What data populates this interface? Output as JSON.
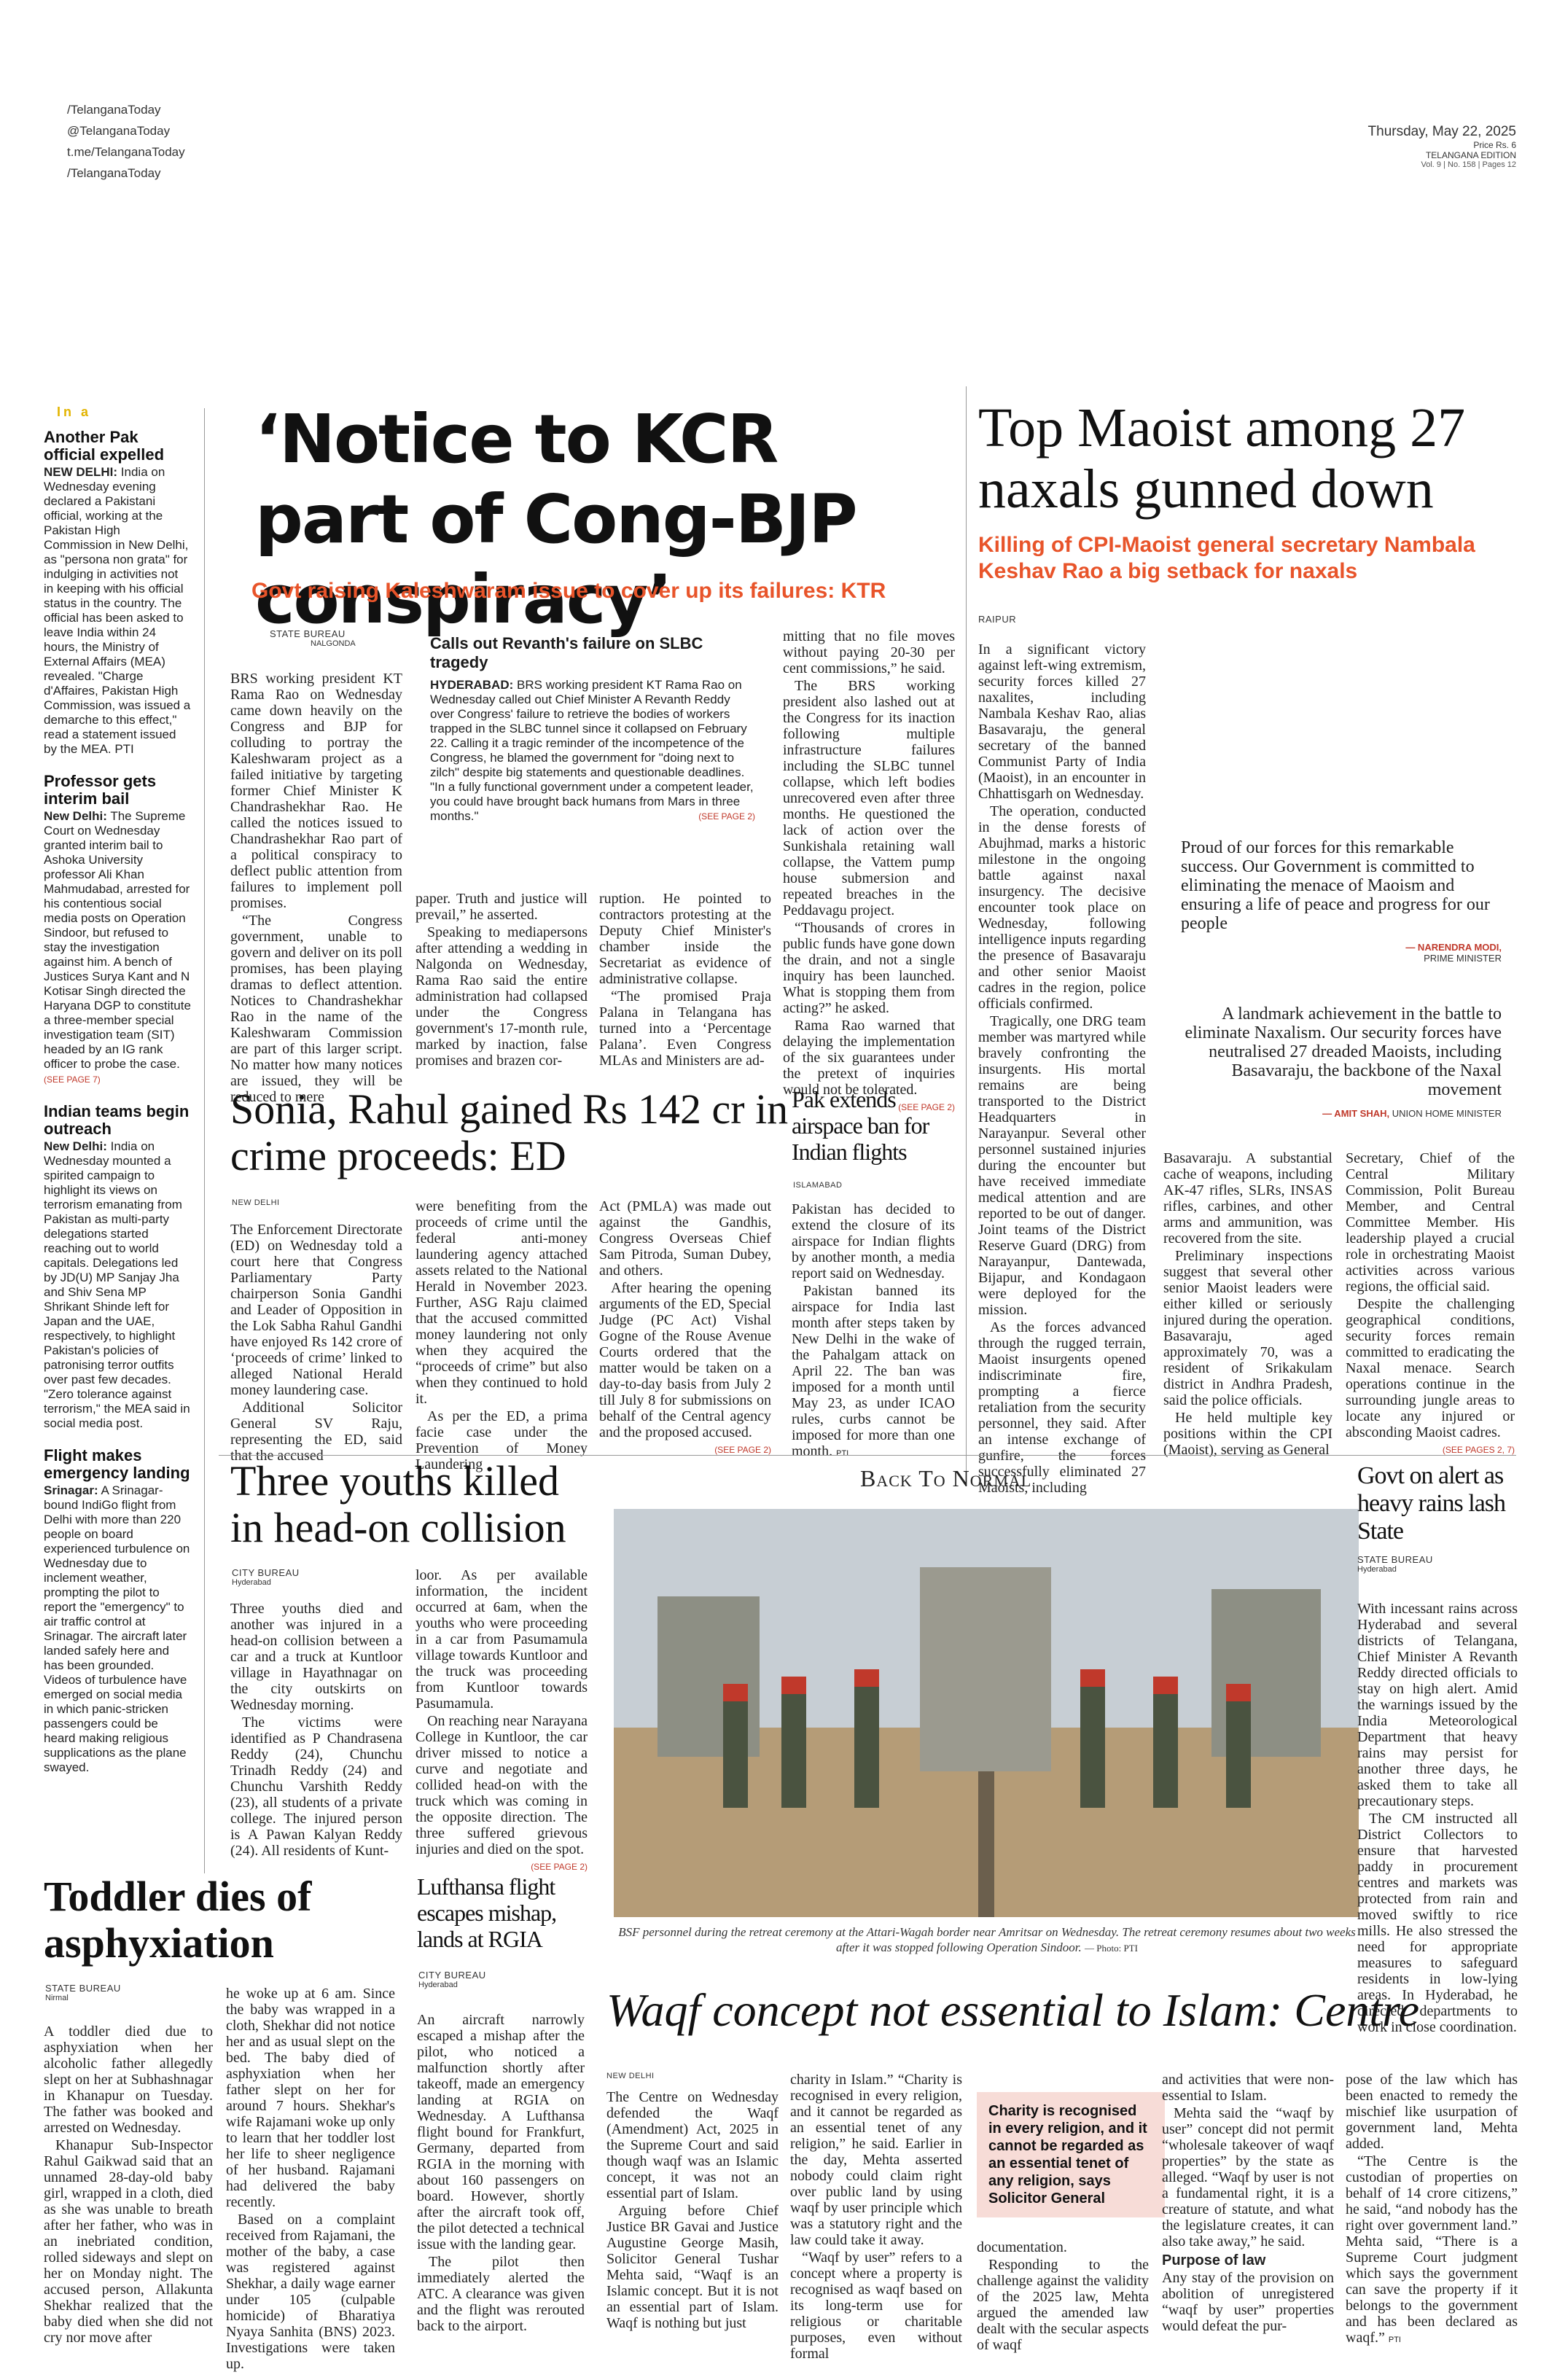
{
  "masthead": {
    "social": [
      "/TelanganaToday",
      "@TelanganaToday",
      "t.me/TelanganaToday",
      "/TelanganaToday"
    ],
    "date": "Thursday, May 22, 2025",
    "price": "Price Rs. 6",
    "edition": "TELANGANA EDITION",
    "volume": "Vol. 9 | No. 158 | Pages 12"
  },
  "sidebar": {
    "label": "In a",
    "items": [
      {
        "head": "Another Pak official expelled",
        "lead": "NEW DELHI:",
        "text": "India on Wednesday evening declared a Pakistani official, working at the Pakistan High Commission in New Delhi, as \"persona non grata\" for indulging in activities not in keeping with his official status in the country. The official has been asked to leave India within 24 hours, the Ministry of External Affairs (MEA) revealed. \"Charge d'Affaires, Pakistan High Commission, was issued a demarche to this effect,\" read a statement issued by the MEA. PTI"
      },
      {
        "head": "Professor gets interim bail",
        "lead": "New Delhi:",
        "text": "The Supreme Court on Wednesday granted interim bail to Ashoka University professor Ali Khan Mahmudabad, arrested for his contentious social media posts on Operation Sindoor, but refused to stay the investigation against him. A bench of Justices Surya Kant and N Kotisar Singh directed the Haryana DGP to constitute a three-member special investigation team (SIT) headed by an IG rank officer to probe the case.",
        "see": "(SEE PAGE 7)"
      },
      {
        "head": "Indian teams begin outreach",
        "lead": "New Delhi:",
        "text": "India on Wednesday mounted a spirited campaign to highlight its views on terrorism emanating from Pakistan as multi-party delegations started reaching out to world capitals. Delegations led by JD(U) MP Sanjay Jha and Shiv Sena MP Shrikant Shinde left for Japan and the UAE, respectively, to highlight Pakistan's policies of patronising terror outfits over past few decades. \"Zero tolerance against terrorism,\" the MEA said in social media post."
      },
      {
        "head": "Flight makes emergency landing",
        "lead": "Srinagar:",
        "text": "A Srinagar-bound IndiGo flight from Delhi with more than 220 people on board experienced turbulence on Wednesday due to inclement weather, prompting the pilot to report the \"emergency\" to air traffic control at Srinagar. The aircraft later landed safely here and has been grounded. Videos of turbulence have emerged on social media in which panic-stricken passengers could be heard making religious supplications as the plane swayed."
      }
    ]
  },
  "kcr": {
    "headline": "‘Notice to KCR part of Cong-BJP conspiracy’",
    "subhead": "Govt raising Kaleshwaram issue to cover up its failures: KTR",
    "bureau": "STATE BUREAU",
    "place": "NALGONDA",
    "col1": [
      "BRS working president KT Rama Rao on Wednesday came down heavily on the Congress and BJP for colluding to portray the Kaleshwaram project as a failed initiative by targeting former Chief Minister K Chandrashekhar Rao. He called the notices issued to Chandrashekhar Rao part of a political conspiracy to deflect public attention from failures to implement poll promises.",
      "“The Congress government, unable to govern and deliver on its poll promises, has been playing dramas to deflect attention. Notices to Chandrashekhar Rao in the name of the Kaleshwaram Commission are part of this larger script. No matter how many notices are issued, they will be reduced to mere"
    ],
    "box_title": "Calls out Revanth's failure on SLBC tragedy",
    "box_lead": "HYDERABAD:",
    "box_text": "BRS working president KT Rama Rao on Wednesday called out Chief Minister A Revanth Reddy over Congress' failure to retrieve the bodies of workers trapped in the SLBC tunnel since it collapsed on February 22. Calling it a tragic reminder of the incompetence of the Congress, he blamed the government for \"doing next to zilch\" despite big statements and questionable deadlines. \"In a fully functional government under a competent leader, you could have brought back humans from Mars in three months.\"",
    "box_see": "(SEE PAGE 2)",
    "col2": [
      "paper. Truth and justice will prevail,” he asserted.",
      "Speaking to mediapersons after attending a wedding in Nalgonda on Wednesday, Rama Rao said the entire administration had collapsed under the Congress government's 17-month rule, marked by inaction, false promises and brazen cor-"
    ],
    "col3": [
      "ruption. He pointed to contractors protesting at the Deputy Chief Minister's chamber inside the Secretariat as evidence of administrative collapse.",
      "“The promised Praja Palana in Telangana has turned into a ‘Percentage Palana’. Even Congress MLAs and Ministers are ad-"
    ],
    "col4": [
      "mitting that no file moves without paying 20-30 per cent commissions,” he said.",
      "The BRS working president also lashed out at the Congress for its inaction following multiple infrastructure failures including the SLBC tunnel collapse, which left bodies unrecovered even after three months. He questioned the lack of action over the Sunkishala retaining wall collapse, the Vattem pump house submersion and repeated breaches in the Peddavagu project.",
      "“Thousands of crores in public funds have gone down the drain, and not a single inquiry has been launched. What is stopping them from acting?” he asked.",
      "Rama Rao warned that delaying the implementation of the six guarantees under the pretext of inquiries would not be tolerated."
    ],
    "col4_see": "(SEE PAGE 2)"
  },
  "maoist": {
    "headline": "Top Maoist among 27 naxals gunned down",
    "subhead": "Killing of CPI-Maoist general secretary Nambala Keshav Rao a big setback for naxals",
    "place": "RAIPUR",
    "col1": [
      "In a significant victory against left-wing extremism, security forces killed 27 naxalites, including Nambala Keshav Rao, alias Basavaraju, the general secretary of the banned Communist Party of India (Maoist), in an encounter in Chhattisgarh on Wednesday.",
      "The operation, conducted in the dense forests of Abujhmad, marks a historic milestone in the ongoing battle against naxal insurgency. The decisive encounter took place on Wednesday, following intelligence inputs regarding the presence of Basavaraju and other senior Maoist cadres in the region, police officials confirmed.",
      "Tragically, one DRG team member was martyred while bravely confronting the insurgents. His mortal remains are being transported to the District Headquarters in Narayanpur. Several other personnel sustained injuries during the encounter but have received immediate medical attention and are reported to be out of danger. Joint teams of the District Reserve Guard (DRG) from Narayanpur, Dantewada, Bijapur, and Kondagaon were deployed for the mission.",
      "As the forces advanced through the rugged terrain, Maoist insurgents opened indiscriminate fire, prompting a fierce retaliation from the security personnel, they said. After an intense exchange of gunfire, the forces successfully eliminated 27 Maoists, including"
    ],
    "quote1": "Proud of our forces for this remarkable success. Our Government is committed to eliminating the menace of Maoism and ensuring a life of peace and progress for our people",
    "quote1_name": "— NARENDRA MODI,",
    "quote1_role": "PRIME MINISTER",
    "quote2": "A landmark achievement in the battle to eliminate Naxalism. Our security forces have neutralised 27 dreaded Maoists, including Basavaraju, the backbone of the Naxal movement",
    "quote2_name": "— AMIT SHAH,",
    "quote2_role": "UNION HOME MINISTER",
    "col2": [
      "Basavaraju. A substantial cache of weapons, including AK-47 rifles, SLRs, INSAS rifles, carbines, and other arms and ammunition, was recovered from the site.",
      "Preliminary inspections suggest that several other senior Maoist leaders were either killed or seriously injured during the operation. Basavaraju, aged approximately 70, was a resident of Srikakulam district in Andhra Pradesh, said the police officials.",
      "He held multiple key positions within the CPI (Maoist), serving as General"
    ],
    "col3": [
      "Secretary, Chief of the Central Military Commission, Polit Bureau Member, and Central Committee Member. His leadership played a crucial role in orchestrating Maoist activities across various regions, the official said.",
      "Despite the challenging geographical conditions, security forces remain committed to eradicating the Naxal menace. Search operations continue in the surrounding jungle areas to locate any injured or absconding Maoist cadres."
    ],
    "col3_see": "(SEE PAGES 2, 7)"
  },
  "sonia": {
    "headline": "Sonia, Rahul gained Rs 142 cr in crime proceeds: ED",
    "place": "NEW DELHI",
    "col1": [
      "The Enforcement Directorate (ED) on Wednesday told a court here that Congress Parliamentary Party chairperson Sonia Gandhi and Leader of Opposition in the Lok Sabha Rahul Gandhi have enjoyed Rs 142 crore of ‘proceeds of crime’ linked to alleged National Herald money laundering case.",
      "Additional Solicitor General SV Raju, representing the ED, said that the accused"
    ],
    "col2": [
      "were benefiting from the proceeds of crime until the federal anti-money laundering agency attached assets related to the National Herald in November 2023. Further, ASG Raju claimed that the accused committed money laundering not only when they acquired the “proceeds of crime” but also when they continued to hold it.",
      "As per the ED, a prima facie case under the Prevention of Money Laundering"
    ],
    "col3": [
      "Act (PMLA) was made out against the Gandhis, Congress Overseas Chief Sam Pitroda, Suman Dubey, and others.",
      "After hearing the opening arguments of the ED, Special Judge (PC Act) Vishal Gogne of the Rouse Avenue Courts ordered that the matter would be taken on a day-to-day basis from July 2 till July 8 for submissions on behalf of the Central agency and the proposed accused."
    ],
    "col3_see": "(SEE PAGE 2)"
  },
  "pak": {
    "headline": "Pak extends airspace ban for Indian flights",
    "place": "ISLAMABAD",
    "text": [
      "Pakistan has decided to extend the closure of its airspace for Indian flights by another month, a media report said on Wednesday.",
      "Pakistan banned its airspace for India last month after steps taken by New Delhi in the wake of the Pahalgam attack on April 22. The ban was imposed for a month until May 23, as under ICAO rules, curbs cannot be imposed for more than one month."
    ],
    "tag": "PTI"
  },
  "youths": {
    "headline": "Three youths killed in head-on collision",
    "bureau": "CITY BUREAU",
    "place": "Hyderabad",
    "col1": [
      "Three youths died and another was injured in a head-on collision between a car and a truck at Kuntloor village in Hayathnagar on the city outskirts on Wednesday morning.",
      "The victims were identified as P Chandrasena Reddy (24), Chunchu Trinadh Reddy (24) and Chunchu Varshith Reddy (23), all students of a private college. The injured person is A Pawan Kalyan Reddy (24). All residents of Kunt-"
    ],
    "col2": [
      "loor. As per available information, the incident occurred at 6am, when the youths who were proceeding in a car from Pasumamula village towards Kuntloor and the truck was proceeding from Kuntloor towards Pasumamula.",
      "On reaching near Narayana College in Kuntloor, the car driver missed to notice a curve and negotiate and collided head-on with the truck which was coming in the opposite direction. The three suffered grievous injuries and died on the spot."
    ],
    "col2_see": "(SEE PAGE 2)"
  },
  "photo": {
    "title": "Back To Normal",
    "caption": "BSF personnel during the retreat ceremony at the Attari-Wagah border near Amritsar on Wednesday. The retreat ceremony resumes about two weeks after it was stopped following Operation Sindoor.",
    "credit": "— Photo: PTI"
  },
  "rains": {
    "headline": "Govt on alert as heavy rains lash State",
    "bureau": "STATE BUREAU",
    "place": "Hyderabad",
    "text": [
      "With incessant rains across Hyderabad and several districts of Telangana, Chief Minister A Revanth Reddy directed officials to stay on high alert. Amid the warnings issued by the India Meteorological Department that heavy rains may persist for another three days, he asked them to take all precautionary steps.",
      "The CM instructed all District Collectors to ensure that harvested paddy in procurement centres and markets was protected from rain and moved swiftly to rice mills. He also stressed the need for appropriate measures to safeguard residents in low-lying areas. In Hyderabad, he directed departments to work in close coordination."
    ]
  },
  "toddler": {
    "headline": "Toddler dies of asphyxiation",
    "bureau": "STATE BUREAU",
    "place": "Nirmal",
    "col1": [
      "A toddler died due to asphyxiation when her alcoholic father allegedly slept on her at Subhashnagar in Khanapur on Tuesday. The father was booked and arrested on Wednesday.",
      "Khanapur Sub-Inspector Rahul Gaikwad said that an unnamed 28-day-old baby girl, wrapped in a cloth, died as she was unable to breath after her father, who was in an inebriated condition, rolled sideways and slept on her on Monday night. The accused person, Allakunta Shekhar realized that the baby died when she did not cry nor move after"
    ],
    "col2": [
      "he woke up at 6 am. Since the baby was wrapped in a cloth, Shekhar did not notice her and as usual slept on the bed. The baby died of asphyxiation when her father slept on her for around 7 hours. Shekhar's wife Rajamani woke up only to learn that her toddler lost her life to sheer negligence of her husband. Rajamani had delivered the baby recently.",
      "Based on a complaint received from Rajamani, the mother of the baby, a case was registered against Shekhar, a daily wage earner under 105 (culpable homicide) of Bharatiya Nyaya Sanhita (BNS) 2023. Investigations were taken up."
    ]
  },
  "lufthansa": {
    "headline": "Lufthansa flight escapes mishap, lands at RGIA",
    "bureau": "CITY BUREAU",
    "place": "Hyderabad",
    "text": [
      "An aircraft narrowly escaped a mishap after the pilot, who noticed a malfunction shortly after takeoff, made an emergency landing at RGIA on Wednesday. A Lufthansa flight bound for Frankfurt, Germany, departed from RGIA in the morning with about 160 passengers on board. However, shortly after the aircraft took off, the pilot detected a technical issue with the landing gear.",
      "The pilot then immediately alerted the ATC. A clearance was given and the flight was rerouted back to the airport."
    ]
  },
  "waqf": {
    "headline": "Waqf concept not essential to Islam: Centre",
    "place": "NEW DELHI",
    "col1": [
      "The Centre on Wednesday defended the Waqf (Amendment) Act, 2025 in the Supreme Court and said though waqf was an Islamic concept, it was not an essential part of Islam.",
      "Arguing before Chief Justice BR Gavai and Justice Augustine George Masih, Solicitor General Tushar Mehta said, “Waqf is an Islamic concept. But it is not an essential part of Islam. Waqf is nothing but just"
    ],
    "col2": [
      "charity in Islam.” “Charity is recognised in every religion, and it cannot be regarded as an essential tenet of any religion,” he said. Earlier in the day, Mehta asserted nobody could claim right over public land by using waqf by user principle which was a statutory right and the law could take it away.",
      "“Waqf by user” refers to a concept where a property is recognised as waqf based on its long-term use for religious or charitable purposes, even without formal"
    ],
    "pull": "Charity is recognised in every religion, and it cannot be regarded as an essential tenet of any religion, says Solicitor General",
    "col3": [
      "documentation.",
      "Responding to the challenge against the validity of the 2025 law, Mehta argued the amended law dealt with the secular aspects of waqf"
    ],
    "col4": [
      "and activities that were non-essential to Islam.",
      "Mehta said the “waqf by user” concept did not permit “wholesale takeover of waqf properties” by the state as alleged. “Waqf by user is not a fundamental right, it is a creature of statute, and what the legislature creates, it can also take away,” he said."
    ],
    "col4_sub": "Purpose of law",
    "col4_sub_text": "Any stay of the provision on abolition of unregistered “waqf by user” properties would defeat the pur-",
    "col5": [
      "pose of the law which has been enacted to remedy the mischief like usurpation of government land, Mehta added.",
      "“The Centre is the custodian of properties on behalf of 14 crore citizens,” he said, “and nobody has the right over government land.” Mehta said, “There is a Supreme Court judgment which says the government can save the property if it belongs to the government and has been declared as waqf.”"
    ],
    "col5_tag": "PTI"
  }
}
